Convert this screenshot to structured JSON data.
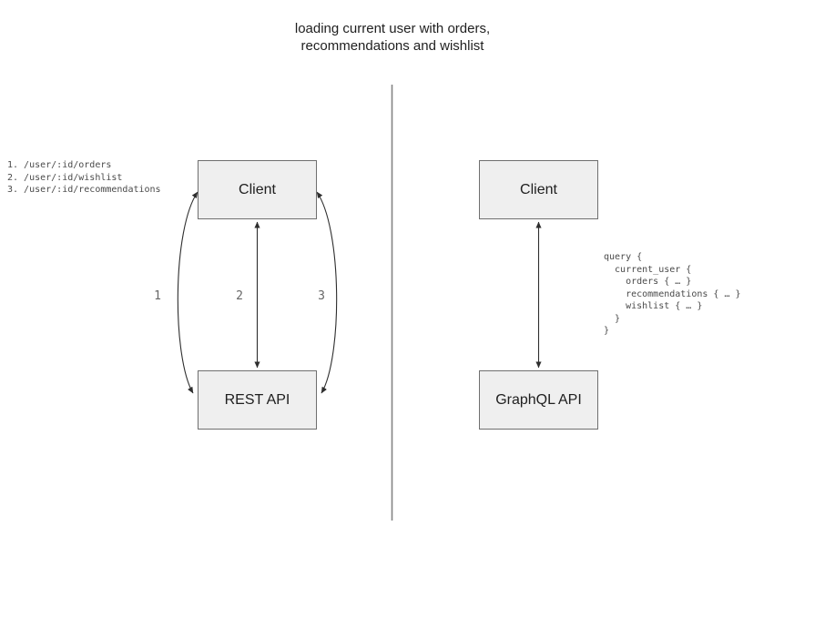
{
  "title": {
    "line1": "loading current user with orders,",
    "line2": "recommendations and wishlist"
  },
  "rest_panel": {
    "client_label": "Client",
    "api_label": "REST API",
    "endpoints": [
      "1. /user/:id/orders",
      "2. /user/:id/wishlist",
      "3. /user/:id/recommendations"
    ],
    "arrow_labels": [
      "1",
      "2",
      "3"
    ]
  },
  "graphql_panel": {
    "client_label": "Client",
    "api_label": "GraphQL API",
    "query": "query {\n  current_user {\n    orders { … }\n    recommendations { … }\n    wishlist { … }\n  }\n}"
  },
  "colors": {
    "box_fill": "#efefef",
    "box_border": "#6f6f6f",
    "arrow": "#2e2e2e",
    "divider": "#848484",
    "code_text": "#4a4a4a",
    "arrow_label_text": "#666666",
    "title_text": "#1f1f1f"
  }
}
